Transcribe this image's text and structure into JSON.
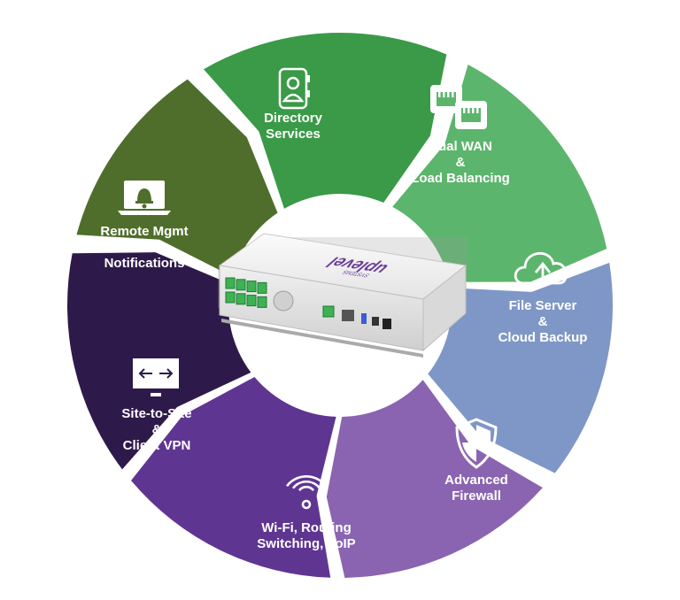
{
  "diagram": {
    "segments": [
      {
        "id": "directory",
        "lines": [
          "Directory",
          "Services"
        ],
        "color": "#3a9a47",
        "icon": "address-book-icon"
      },
      {
        "id": "dualwan",
        "lines": [
          "Dual WAN",
          "&",
          "Load Balancing"
        ],
        "color": "#5cb56c",
        "icon": "ethernet-ports-icon"
      },
      {
        "id": "fileserver",
        "lines": [
          "File Server",
          "&",
          "Cloud Backup"
        ],
        "color": "#7f97c6",
        "icon": "cloud-upload-icon"
      },
      {
        "id": "firewall",
        "lines": [
          "Advanced",
          "Firewall"
        ],
        "color": "#8a64b0",
        "icon": "shield-icon"
      },
      {
        "id": "wifi",
        "lines": [
          "Wi-Fi, Routing",
          "Switching, VoIP"
        ],
        "color": "#5f3592",
        "icon": "wifi-icon"
      },
      {
        "id": "vpn",
        "lines": [
          "Site-to-Site",
          "&",
          "Client VPN"
        ],
        "color": "#2e1a4a",
        "icon": "monitor-arrows-icon"
      },
      {
        "id": "remote",
        "lines": [
          "Remote Mgmt",
          "&",
          "Notifications"
        ],
        "color": "#4f6e2c",
        "icon": "laptop-bell-icon"
      }
    ],
    "device": {
      "brand": "uplevel",
      "brand_sub": "SYSTEMS",
      "icon": "network-appliance-icon"
    }
  }
}
